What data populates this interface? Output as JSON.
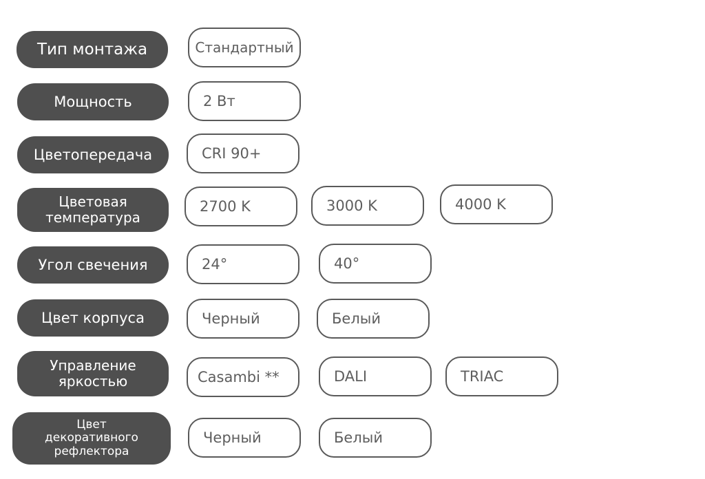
{
  "rows": [
    {
      "label": "Тип монтажа",
      "options": [
        "Стандартный"
      ]
    },
    {
      "label": "Мощность",
      "options": [
        "2 Вт"
      ]
    },
    {
      "label": "Цветопередача",
      "options": [
        "CRI 90+"
      ]
    },
    {
      "label": "Цветовая\nтемпература",
      "options": [
        "2700 K",
        "3000 K",
        "4000 K"
      ]
    },
    {
      "label": "Угол свечения",
      "options": [
        "24°",
        "40°"
      ]
    },
    {
      "label": "Цвет корпуса",
      "options": [
        "Черный",
        "Белый"
      ]
    },
    {
      "label": "Управление\nяркостью",
      "options": [
        "Casambi **",
        "DALI",
        "TRIAC"
      ]
    },
    {
      "label": "Цвет\nдекоративного\nрефлектора",
      "options": [
        "Черный",
        "Белый"
      ]
    }
  ],
  "colors": {
    "label_bg": "#4f4f4f",
    "label_text": "#ffffff",
    "option_border": "#595959",
    "option_text": "#5e5e5e"
  }
}
